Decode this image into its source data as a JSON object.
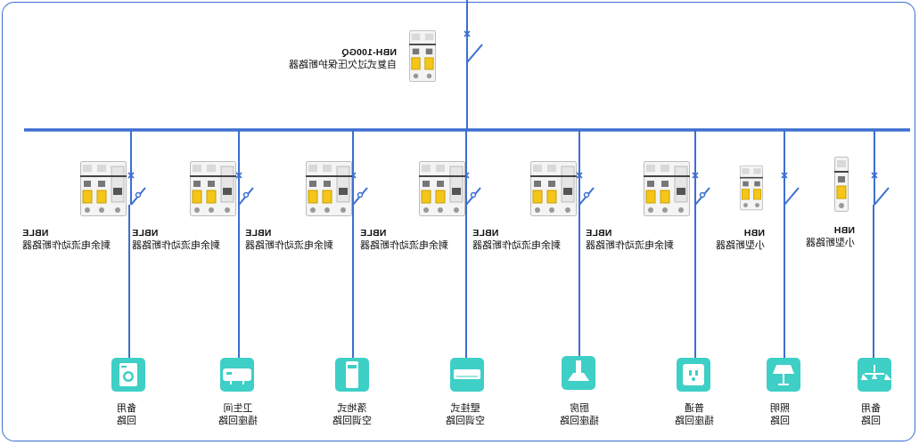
{
  "colors": {
    "line": "#3b6fd0",
    "tile": "#3ecfc6",
    "handle": "#f5c518"
  },
  "main_breaker": {
    "model": "NBH-100GQ",
    "desc": "自复式过欠压保护断路器"
  },
  "branches": [
    {
      "model": "NBH",
      "desc": "小型断路器",
      "breaker_type": "single-pole",
      "load_icon": "chandelier-icon",
      "load_l1": "备用",
      "load_l2": "回路"
    },
    {
      "model": "NBH",
      "desc": "小型断路器",
      "breaker_type": "double-pole",
      "load_icon": "lamp-icon",
      "load_l1": "照明",
      "load_l2": "回路"
    },
    {
      "model": "NBLE",
      "desc": "剩余电流动作断路器",
      "breaker_type": "rcbo",
      "load_icon": "socket-icon",
      "load_l1": "普通",
      "load_l2": "插座回路"
    },
    {
      "model": "NBLE",
      "desc": "剩余电流动作断路器",
      "breaker_type": "rcbo",
      "load_icon": "range-hood-icon",
      "load_l1": "厨房",
      "load_l2": "插座回路"
    },
    {
      "model": "NBLE",
      "desc": "剩余电流动作断路器",
      "breaker_type": "rcbo",
      "load_icon": "wall-ac-icon",
      "load_l1": "壁挂式",
      "load_l2": "空调回路"
    },
    {
      "model": "NBLE",
      "desc": "剩余电流动作断路器",
      "breaker_type": "rcbo",
      "load_icon": "floor-ac-icon",
      "load_l1": "落地式",
      "load_l2": "空调回路"
    },
    {
      "model": "NBLE",
      "desc": "剩余电流动作断路器",
      "breaker_type": "rcbo",
      "load_icon": "water-heater-icon",
      "load_l1": "卫生间",
      "load_l2": "插座回路"
    },
    {
      "model": "NBLE",
      "desc": "剩余电流动作断路器",
      "breaker_type": "rcbo",
      "load_icon": "washing-machine-icon",
      "load_l1": "备用",
      "load_l2": "回路"
    }
  ]
}
